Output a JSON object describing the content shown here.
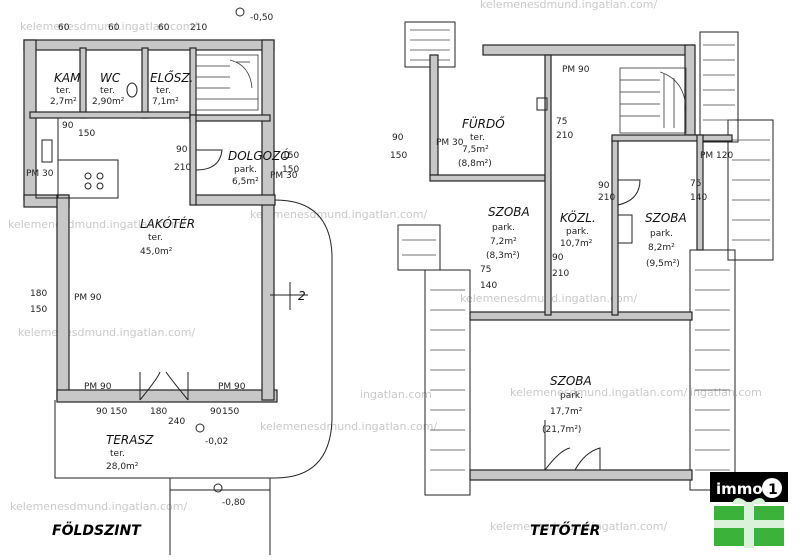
{
  "ground_floor": {
    "caption": "FÖLDSZINT",
    "rooms": {
      "kamra": {
        "name": "KAM",
        "sub": "ter.",
        "area": "2,7m²"
      },
      "wc": {
        "name": "WC",
        "sub": "ter.",
        "area": "2,90m²"
      },
      "eloszoba": {
        "name": "ELŐSZ.",
        "sub": "ter.",
        "area": "7,1m²"
      },
      "dolgozo": {
        "name": "DOLGOZÓ",
        "sub": "park.",
        "area": "6,5m²"
      },
      "lakoter": {
        "name": "LAKÓTÉR",
        "sub": "ter.",
        "area": "45,0m²"
      },
      "terasz": {
        "name": "TERASZ",
        "sub": "ter.",
        "area": "28,0m²"
      }
    },
    "dimensions": {
      "d1": "90",
      "d2": "210",
      "d3": "150",
      "d4": "150",
      "d5": "180",
      "d6": "150",
      "d7": "90",
      "d8": "150",
      "d9": "180",
      "d10": "240",
      "d11": "90",
      "d12": "150",
      "d13": "90",
      "d14": "150",
      "d15": "60",
      "d16": "60",
      "d17": "60",
      "d18": "210"
    },
    "parapets": {
      "p1": "PM 30",
      "p2": "PM 90",
      "p3": "PM 90",
      "p4": "PM 90",
      "p5": "PM 30"
    },
    "levels": {
      "top": "-0,50",
      "terrace": "-0,02",
      "bottom": "-0,80"
    },
    "section_mark": "2"
  },
  "attic": {
    "caption": "TETŐTÉR",
    "rooms": {
      "furdo": {
        "name": "FÜRDŐ",
        "sub": "ter.",
        "area": "7,5m²",
        "gross": "(8,8m²)"
      },
      "szoba1": {
        "name": "SZOBA",
        "sub": "park.",
        "area": "7,2m²",
        "gross": "(8,3m²)"
      },
      "kozl": {
        "name": "KÖZL.",
        "sub": "park.",
        "area": "10,7m²"
      },
      "szoba2": {
        "name": "SZOBA",
        "sub": "park.",
        "area": "8,2m²",
        "gross": "(9,5m²)"
      },
      "szoba3": {
        "name": "SZOBA",
        "sub": "park.",
        "area": "17,7m²",
        "gross": "(21,7m²)"
      }
    },
    "dimensions": {
      "a1": "90",
      "a2": "150",
      "a3": "75",
      "a4": "210",
      "a5": "90",
      "a6": "210",
      "a7": "90",
      "a8": "210",
      "a9": "75",
      "a10": "140",
      "a11": "75",
      "a12": "140",
      "a13": "PM 120"
    },
    "parapets": {
      "q1": "PM 90",
      "q2": "PM 30"
    }
  },
  "watermark": "kelemenesdmund.ingatlan.com/",
  "watermark2": "ingatlan.com",
  "logo": {
    "text": "immo",
    "digit": "1",
    "bg": "#000000",
    "ribbon": "#2a9d2a"
  }
}
